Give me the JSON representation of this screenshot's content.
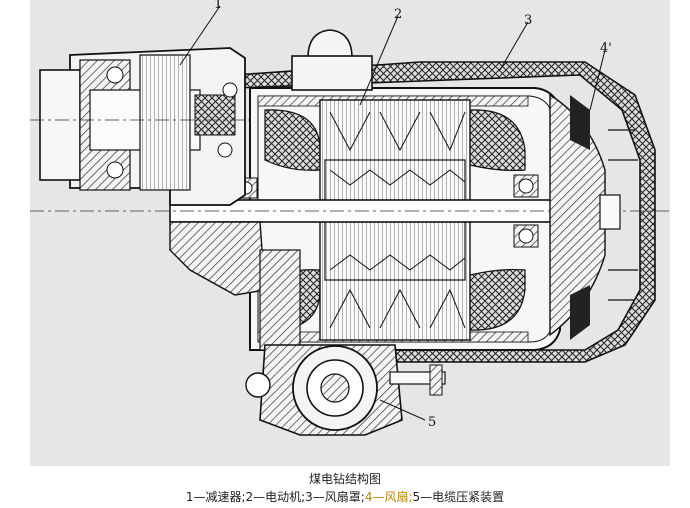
{
  "figure": {
    "callouts": [
      {
        "label": "1",
        "name": "reducer"
      },
      {
        "label": "2",
        "name": "motor"
      },
      {
        "label": "3",
        "name": "fan-cover"
      },
      {
        "label": "4'",
        "name": "fan"
      },
      {
        "label": "5",
        "name": "cable-clamp"
      }
    ]
  },
  "caption": {
    "title": "煤电钻结构图",
    "legend": {
      "part1": "1—减速器;2—电动机;3—风扇罩;",
      "part2": "4—风扇;",
      "part3": "5—电缆压紧装置"
    },
    "highlight_color": "#b8860b"
  }
}
